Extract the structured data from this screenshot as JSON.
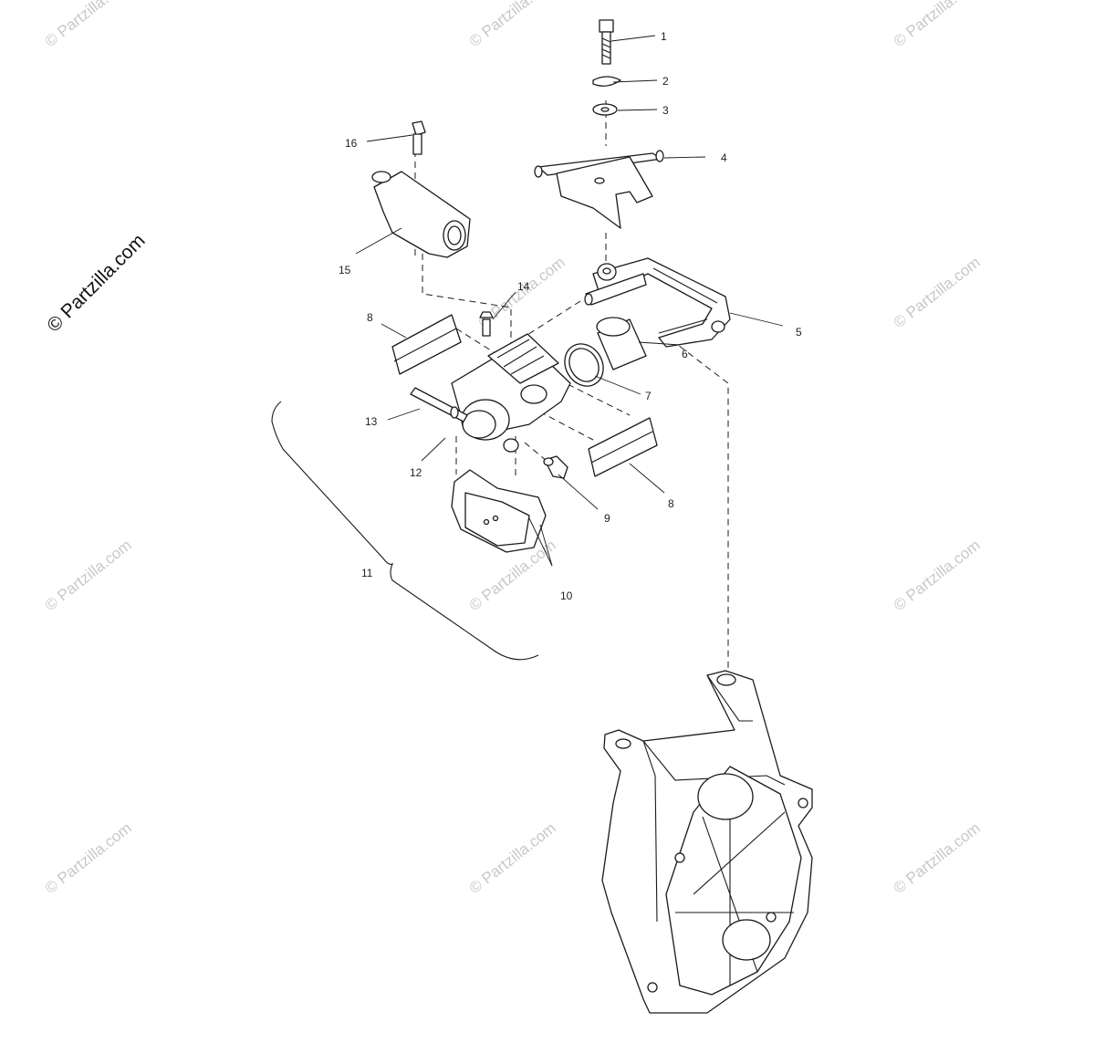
{
  "brand_text": "© Partzilla.com",
  "watermark_text": "© Partzilla.com",
  "callouts": {
    "p1": "1",
    "p2": "2",
    "p3": "3",
    "p4": "4",
    "p5": "5",
    "p6": "6",
    "p7": "7",
    "p8a": "8",
    "p8b": "8",
    "p9": "9",
    "p10": "10",
    "p11": "11",
    "p12": "12",
    "p13": "13",
    "p14": "14",
    "p15": "15",
    "p16": "16"
  },
  "colors": {
    "line": "#1a1a1a",
    "watermark": "#c8c8c8",
    "background": "#ffffff"
  }
}
